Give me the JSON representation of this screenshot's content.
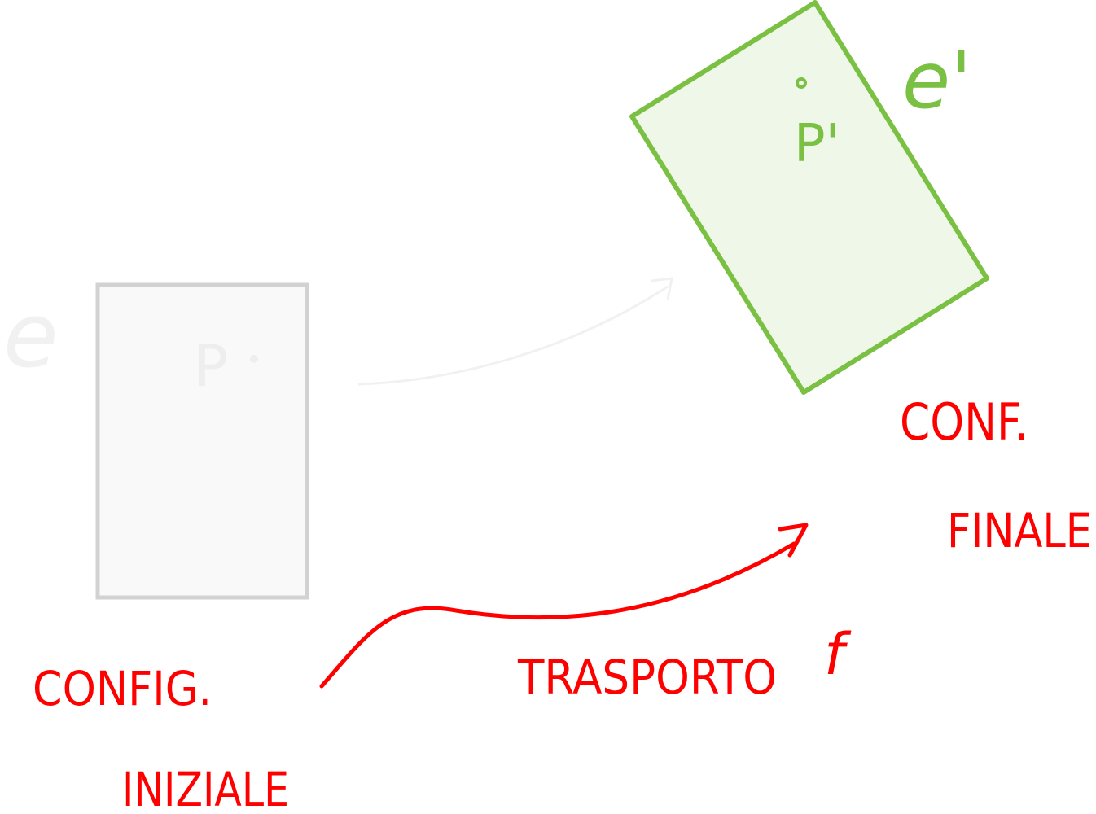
{
  "labels": {
    "config_iniziale_line1": "CONFIG.",
    "config_iniziale_line2": "INIZIALE",
    "conf_finale_line1": "CONF.",
    "conf_finale_line2": "FINALE",
    "trasporto": "TRASPORTO",
    "trasporto_symbol": "f"
  },
  "bodies": {
    "initial": {
      "body_label": "e",
      "point_label": "P"
    },
    "final": {
      "body_label": "e'",
      "point_label": "P'"
    }
  },
  "colors": {
    "annotation_red": "#ff0000",
    "final_body_stroke": "#7ac143",
    "final_body_fill": "#eff7e8",
    "initial_body_stroke": "#d2d2d2",
    "initial_body_fill": "#f9f9f9",
    "faded_ink": "#f1f1f1"
  }
}
